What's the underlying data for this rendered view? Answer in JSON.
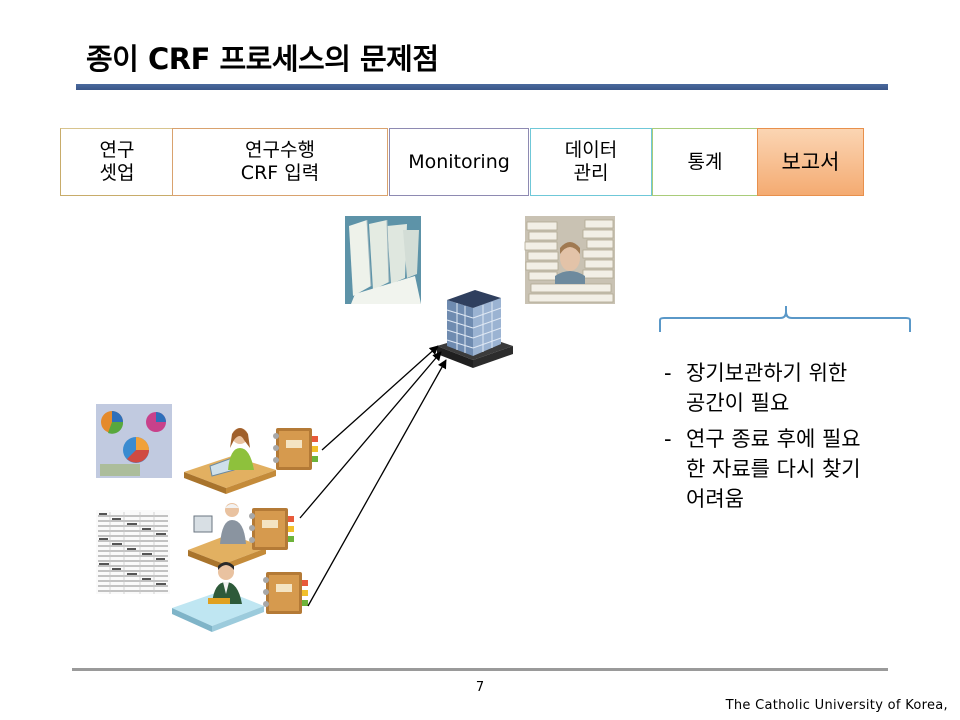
{
  "slide": {
    "title": "종이 CRF 프로세스의 문제점",
    "page_number": "7",
    "organization": "The Catholic University of Korea,"
  },
  "process_steps": [
    {
      "label": "연구\n셋업"
    },
    {
      "label": "연구수행\nCRF 입력"
    },
    {
      "label": "Monitoring"
    },
    {
      "label": "데이터\n관리"
    },
    {
      "label": "통계"
    },
    {
      "label": "보고서"
    }
  ],
  "bullets": [
    {
      "text": "장기보관하기 위한\n공간이 필요"
    },
    {
      "text": "연구 종료 후에 필요\n한 자료를 다시 찾기\n어려움"
    }
  ],
  "colors": {
    "title_rule": "#3a5688",
    "report_fill": "#f4ab72",
    "brace": "#5a98c8"
  }
}
